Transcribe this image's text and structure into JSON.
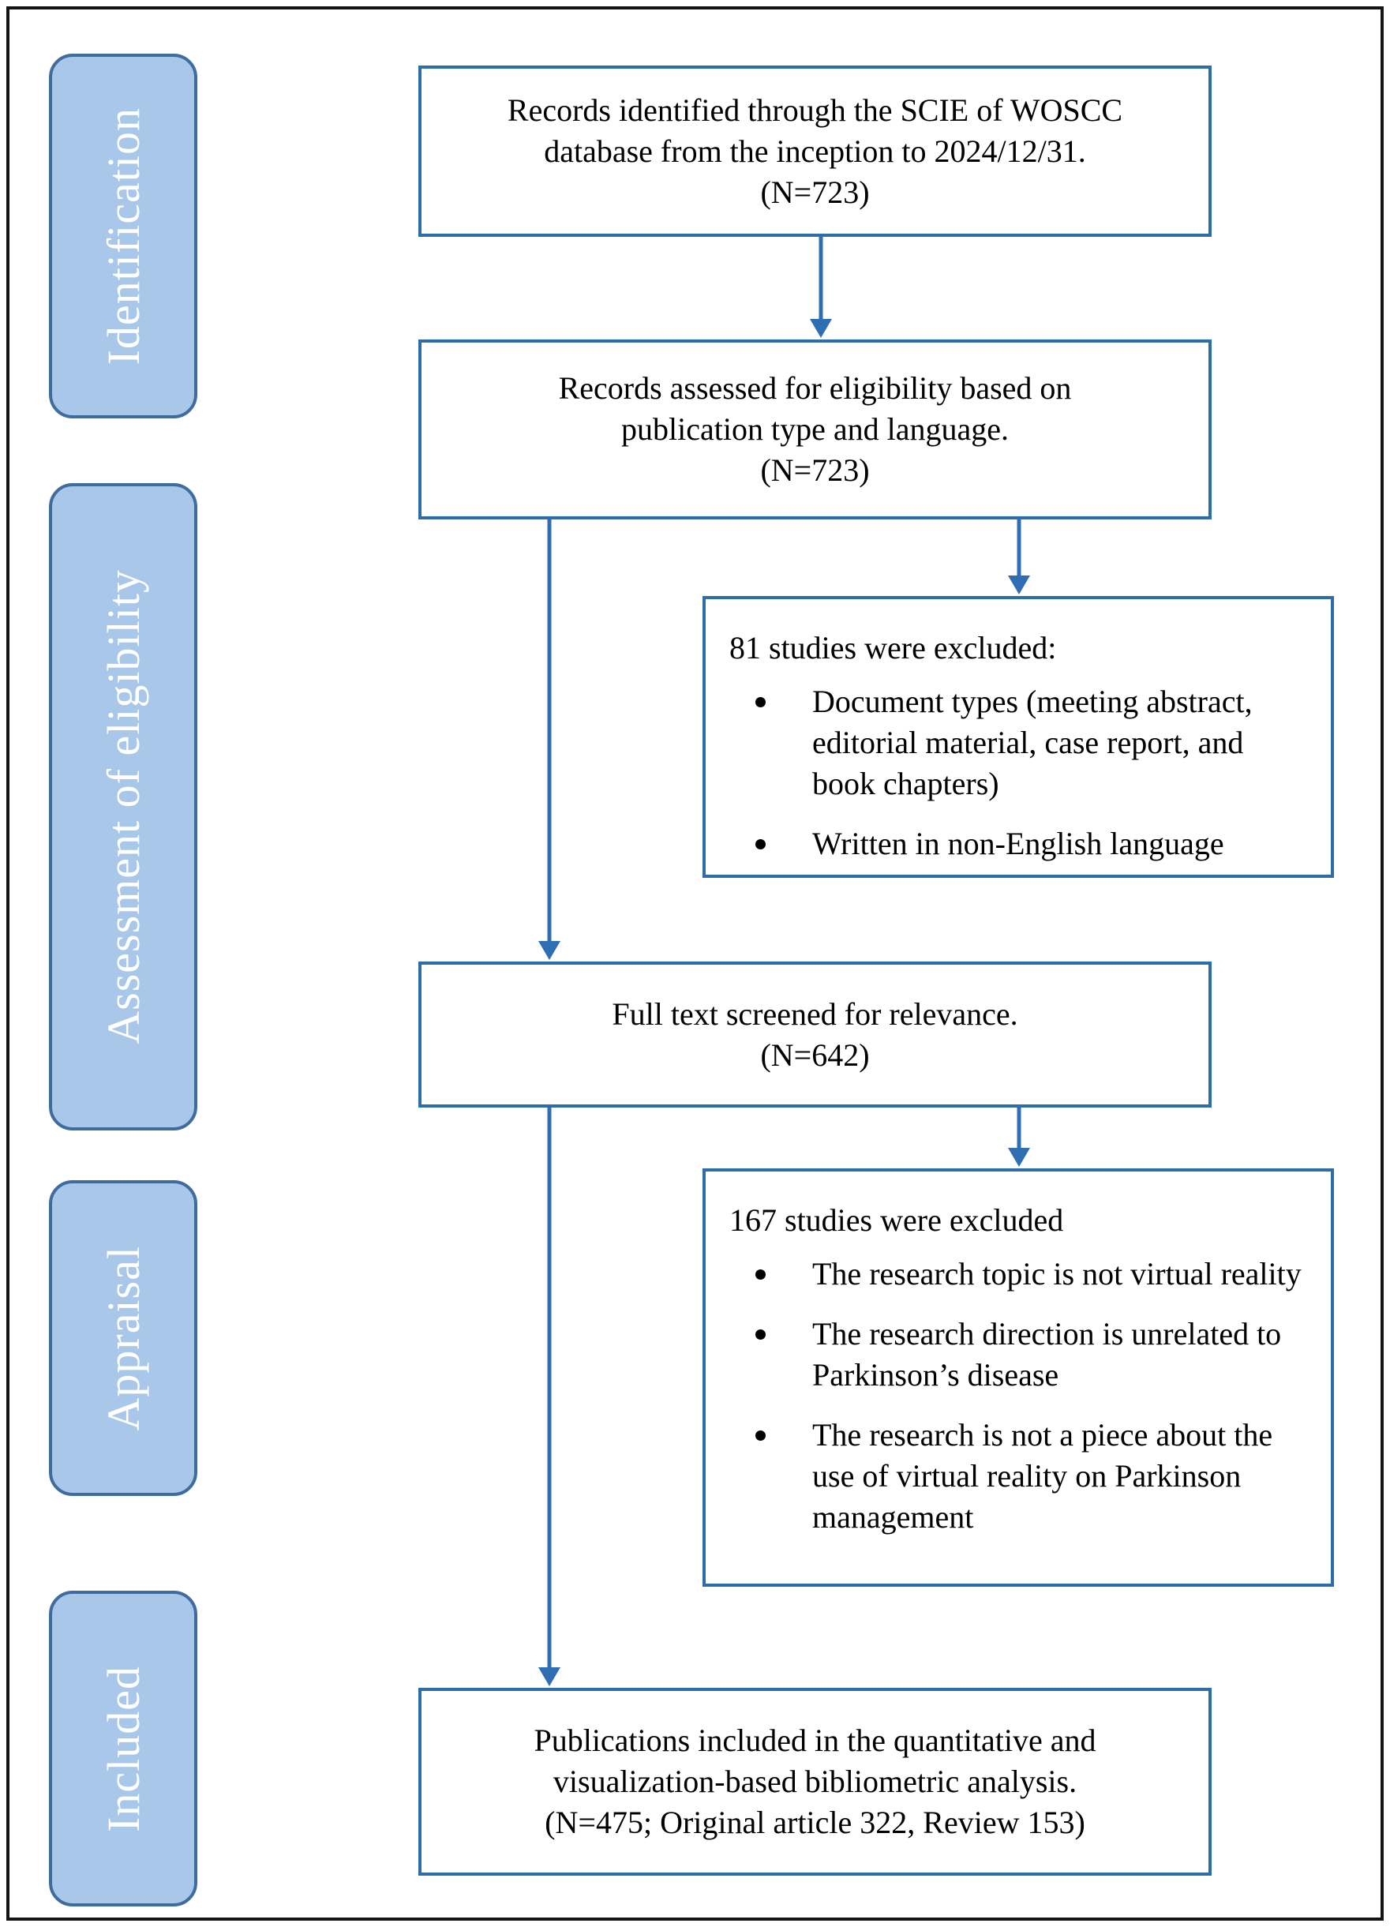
{
  "sidebar": {
    "stages": [
      "Identification",
      "Assessment of eligibility",
      "Appraisal",
      "Included"
    ]
  },
  "flow": {
    "boxes": [
      {
        "lines": [
          "Records identified through the SCIE of WOSCC",
          "database from the inception to 2024/12/31.",
          "(N=723)"
        ]
      },
      {
        "lines": [
          "Records assessed for eligibility based on",
          "publication type and language.",
          "(N=723)"
        ]
      },
      {
        "lines": [
          "Full text screened for relevance.",
          "(N=642)"
        ]
      },
      {
        "lines": [
          "Publications included in the quantitative and",
          "visualization-based bibliometric analysis.",
          "(N=475; Original article 322, Review 153)"
        ]
      }
    ],
    "exclusions": [
      {
        "title": "81 studies were excluded:",
        "bullets": [
          "Document types (meeting abstract, editorial material, case report, and book chapters)",
          "Written in non-English language"
        ]
      },
      {
        "title": "167 studies were excluded",
        "bullets": [
          "The research topic is not virtual reality",
          "The research direction is unrelated to Parkinson’s disease",
          "The research is not a piece about the use of virtual reality on Parkinson management"
        ]
      }
    ]
  },
  "colors": {
    "stage_fill": "#a9c7e8",
    "stage_border": "#3f6c9e",
    "stage_text": "#ffffff",
    "box_border": "#2e6da8",
    "arrow": "#2f6eb3",
    "outer_border": "#141414",
    "text": "#000000"
  }
}
